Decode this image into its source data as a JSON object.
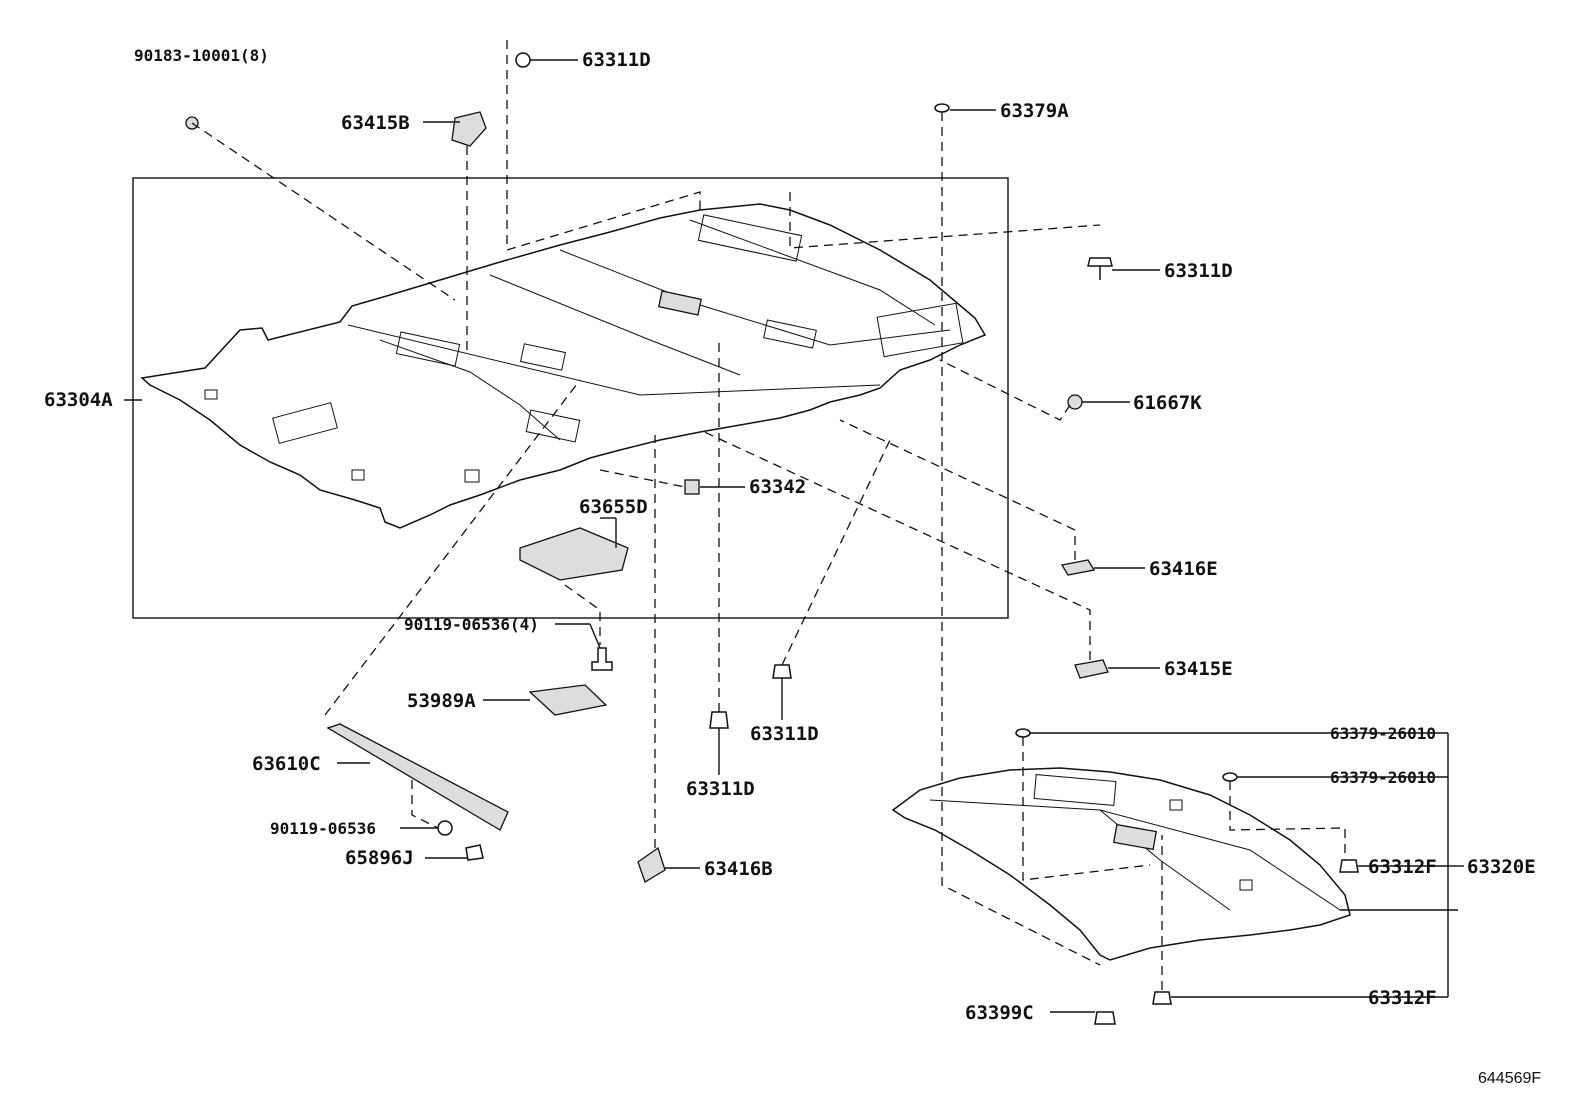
{
  "labels": {
    "p90183": "90183-10001(8)",
    "p63311D_top": "63311D",
    "p63415B": "63415B",
    "p63379A": "63379A",
    "p63311D_right": "63311D",
    "p63304A": "63304A",
    "p61667K": "61667K",
    "p63342": "63342",
    "p63655D": "63655D",
    "p63416E": "63416E",
    "p63415E": "63415E",
    "p90119_4": "90119-06536(4)",
    "p53989A": "53989A",
    "p63311D_mid": "63311D",
    "p63610C": "63610C",
    "p63311D_low": "63311D",
    "p90119": "90119-06536",
    "p65896J": "65896J",
    "p63416B": "63416B",
    "p63379_26010_a": "63379-26010",
    "p63379_26010_b": "63379-26010",
    "p63312F_a": "63312F",
    "p63320E": "63320E",
    "p63399C": "63399C",
    "p63312F_b": "63312F"
  },
  "diagram_ref": "644569F"
}
